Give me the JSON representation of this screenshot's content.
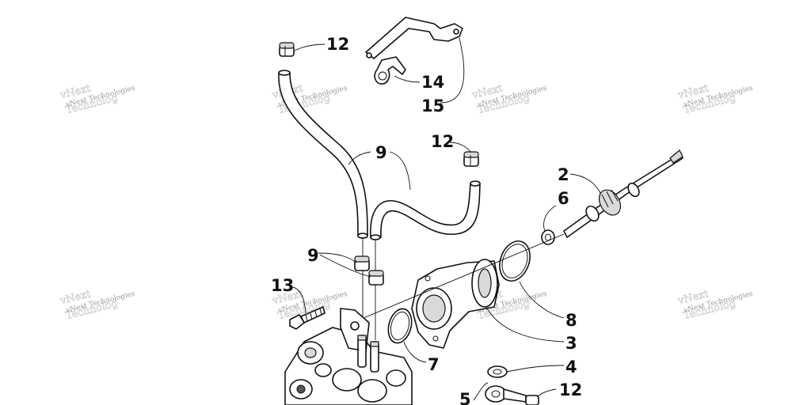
{
  "callouts": {
    "c12a": "12",
    "c14": "14",
    "c15": "15",
    "c9a": "9",
    "c12b": "12",
    "c2": "2",
    "c6": "6",
    "c9b": "9",
    "c13": "13",
    "c8": "8",
    "c3": "3",
    "c7": "7",
    "c4": "4",
    "c5": "5",
    "c12c": "12"
  },
  "watermarks": {
    "w1": "vNext Technologies",
    "w2": "vNext Technologies",
    "w3": "vNext Technologies",
    "w4": "vNext Technologies",
    "w5": "vNext Technologies",
    "w6": "vNext Technologies",
    "w7": "vNext Technologies",
    "w8": "vNext Technologies"
  }
}
